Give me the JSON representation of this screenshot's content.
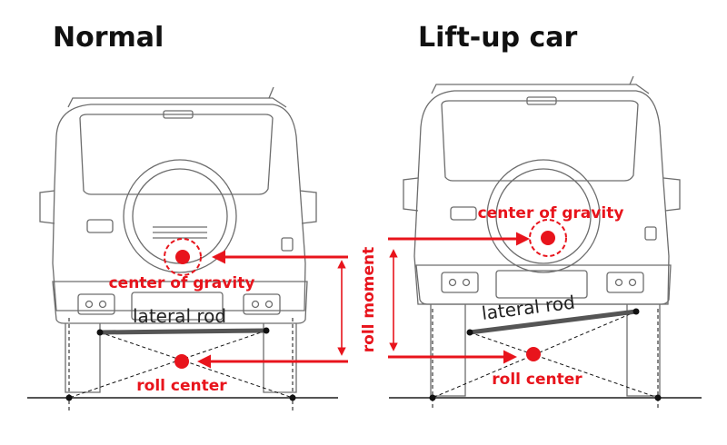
{
  "headings": {
    "normal": "Normal",
    "lifted": "Lift-up car"
  },
  "labels": {
    "normal_cog": "center of gravity",
    "normal_rod": "lateral rod",
    "normal_roll_center": "roll center",
    "lifted_cog": "center of gravity",
    "lifted_rod": "lateral rod",
    "lifted_roll_center": "roll center",
    "roll_moment": "roll moment"
  },
  "colors": {
    "accent": "#e8141c",
    "outline": "#6d6d6d",
    "text": "#111111"
  }
}
